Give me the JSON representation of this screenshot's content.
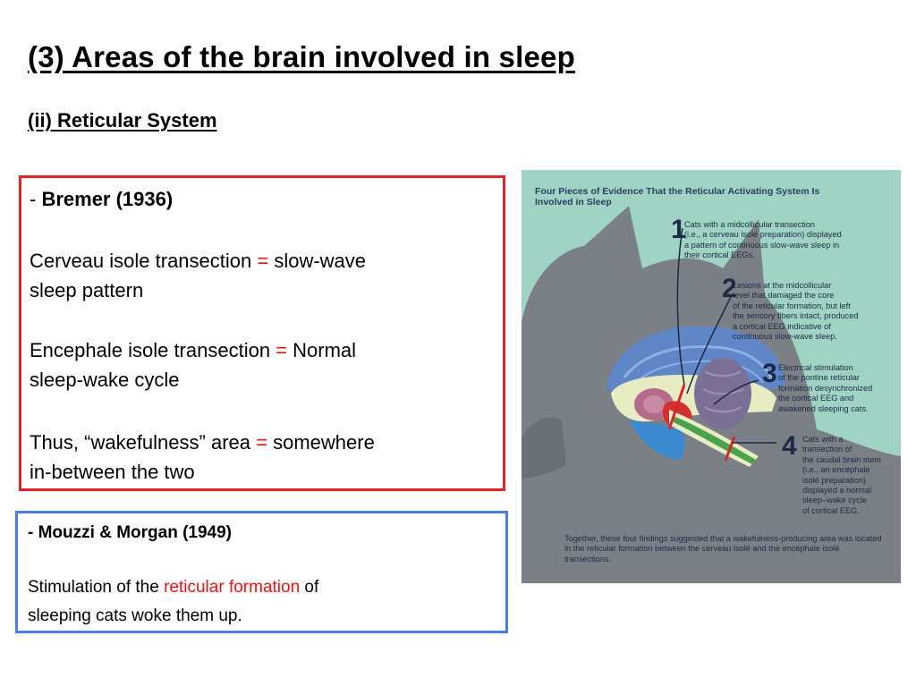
{
  "title": "(3) Areas of the brain involved in sleep",
  "subtitle": "(ii) Reticular System",
  "bremer": {
    "dash": "- ",
    "heading": "Bremer (1936)",
    "line1_a": " Cerveau isole transection ",
    "line1_eq": "=",
    "line1_b": " slow-wave",
    "line1_c": "sleep pattern",
    "line2_a": " Encephale isole transection ",
    "line2_eq": "=",
    "line2_b": " Normal",
    "line2_c": "sleep-wake cycle",
    "line3_a": "Thus, “wakefulness” area ",
    "line3_eq": "=",
    "line3_b": " somewhere",
    "line3_c": "in-between the two"
  },
  "mouzzi": {
    "heading": "- Mouzzi & Morgan (1949)",
    "line1_a": "Stimulation of the ",
    "line1_red": "reticular formation",
    "line1_b": " of",
    "line2": "sleeping cats woke them up."
  },
  "figure": {
    "title": "Four Pieces of Evidence That the Reticular Activating System Is Involved in Sleep",
    "items": [
      {
        "num": "1",
        "text": "Cats with a midcollicular transection\n(i.e., a cerveau isolé preparation) displayed\na pattern of continuous slow-wave sleep in\ntheir cortical EEGs."
      },
      {
        "num": "2",
        "text": "Lesions at the midcollicular\nlevel that damaged the core\nof the reticular formation, but left\nthe sensory fibers intact, produced\na cortical EEG indicative of\ncontinuous slow-wave sleep."
      },
      {
        "num": "3",
        "text": "Electrical stimulation\nof the pontine reticular\nformation desynchronized\nthe cortical EEG and\nawakened sleeping cats."
      },
      {
        "num": "4",
        "text": "Cats with a\ntransection of\nthe caudal brain stem\n(i.e., an encéphale\nisolé preparation)\ndisplayed a normal\nsleep–wake cycle\nof cortical EEG."
      }
    ],
    "footer": "Together, these four findings suggested that a wakefulness-producing area was located in the reticular formation between the cerveau isolé and the encéphale isolé transections.",
    "colors": {
      "background": "#9fd4c4",
      "cat": "#7b7f86",
      "cortex": "#5f86c6",
      "brainstem_path": "#e7ecc2",
      "transection": "#d7262b"
    }
  }
}
